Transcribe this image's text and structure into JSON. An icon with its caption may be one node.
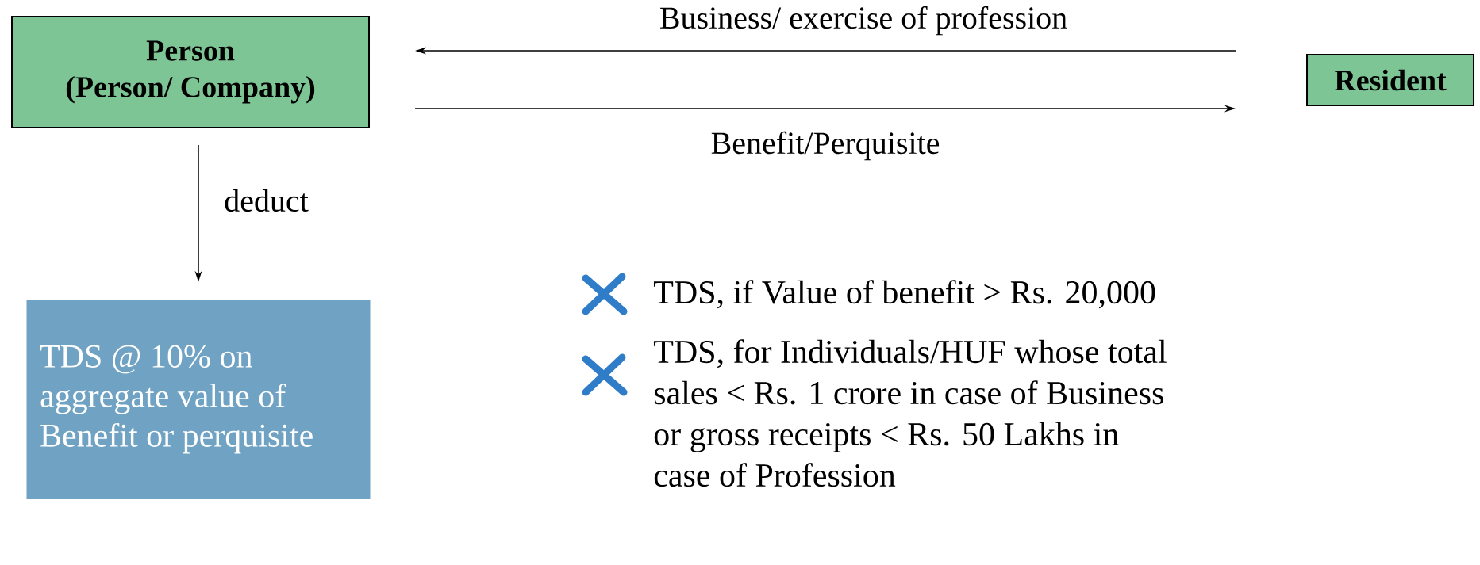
{
  "diagram": {
    "nodes": [
      {
        "text": [
          "Person",
          "(Person/ Company)"
        ]
      },
      {
        "text": [
          "Resident"
        ]
      },
      {
        "text": [
          "TDS @ 10% on aggregate value of Benefit or perquisite"
        ]
      }
    ],
    "edges": [
      {
        "from": 1,
        "to": 0,
        "arrow": "to",
        "label": "Business/ exercise of profession"
      },
      {
        "from": 0,
        "to": 1,
        "arrow": "to",
        "label": "Benefit/Perquisite"
      },
      {
        "from": 0,
        "to": 2,
        "arrow": "to",
        "label": "deduct"
      }
    ],
    "labels": [
      "TDS, if Value of benefit > Rs. 20,000",
      "TDS, for Individuals/HUF whose total sales < Rs. 1 crore in case of Business or gross receipts < Rs. 50 Lakhs in case of Profession"
    ]
  }
}
